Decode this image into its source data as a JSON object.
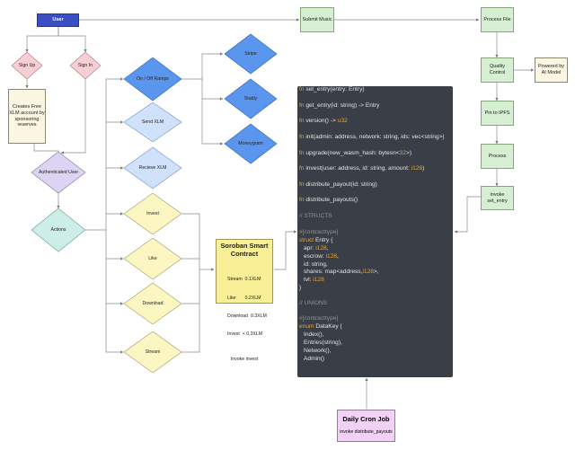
{
  "colors": {
    "user": "#3b4fc4",
    "pink": "#f6cfd4",
    "lavender": "#dcd4f2",
    "teal": "#cdeee8",
    "blue": "#5b96ee",
    "lightblue": "#cfe1fb",
    "yellow": "#fbf6c2",
    "green": "#d6eed2",
    "cream": "#fbf6e1",
    "code_bg": "#3a3f47",
    "keyword": "#f0a030",
    "comment": "#8c9196"
  },
  "nodes": {
    "user": "User",
    "sign_up": "Sign Up",
    "sign_in": "Sign In",
    "creates_free": "Creates Free XLM account by sponsoring reserves",
    "authenticated_user": "Authenticated User",
    "actions": "Actions",
    "on_off_ramps": "On / Off Ramps",
    "send_xlm": "Send XLM",
    "recieve_xlm": "Recieve XLM",
    "invest": "Invest",
    "like": "Like",
    "download": "Download",
    "stream": "Stream",
    "stripe": "Stripe",
    "stably": "Stably",
    "moneygram": "Moneygram",
    "submit_music": "Submit Music",
    "process_file": "Process File",
    "quality_control": "Quality Control",
    "powered_by_ai": "Powered by AI Model",
    "pin_to_ipfs": "Pin to IPFS",
    "process": "Process",
    "invoke_set_entry": "invoke set_entry"
  },
  "soroban": {
    "title": "Soroban Smart Contract",
    "lines": [
      "Stream  0.1XLM",
      "Like       0.2XLM",
      "Download  0.3XLM",
      "Invest  < 0.3XLM"
    ],
    "footer": "Invoke invest"
  },
  "cron": {
    "title": "Daily Cron Job",
    "subtitle": "invoke distribute_payouts"
  },
  "code": {
    "fn_kw": "fn",
    "f1": " set_entry(entry: Entry)",
    "f2": " get_entry(id: string) -> Entry",
    "f3a": " version() -> ",
    "f3b": "u32",
    "f4": " init(admin: address, network: string, ids: vec<string>)",
    "f5a": " upgrade(new_wasm_hash: bytesn<",
    "f5b": "32",
    "f5c": ">)",
    "f6a": " invest(user: address, id: string, amount: ",
    "f6b": "i128",
    "f6c": ")",
    "f7": " distribute_payout(id: string)",
    "f8": " distribute_payouts()",
    "structs_comment": "// STRUCTS",
    "attr": "#[contracttype]",
    "struct_kw": "struct",
    "struct_name": " Entry {",
    "apr_a": "apr: ",
    "i128": "i128",
    "comma": ",",
    "escrow_a": "escrow: ",
    "id_line": "id: string,",
    "shares_a": "shares: map<address,",
    "shares_c": ">,",
    "tvl_a": "tvl: ",
    "close": "}",
    "unions_comment": "// UNIONS",
    "enum_kw": "enum",
    "enum_name": " DataKey {",
    "e1": "Index(),",
    "e2": "Entries(string),",
    "e3": "Network(),",
    "e4": "Admin()"
  }
}
